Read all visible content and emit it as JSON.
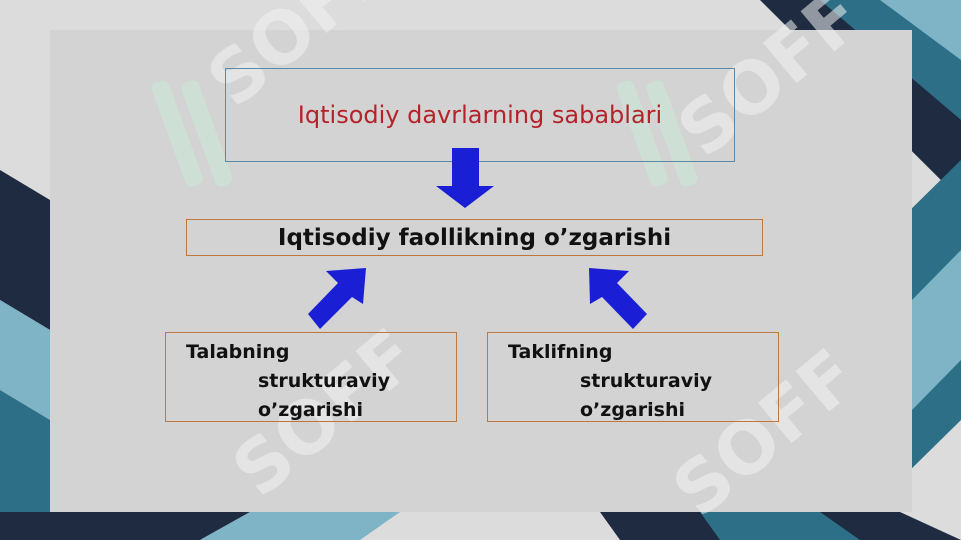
{
  "diagram": {
    "top_box": {
      "text": "Iqtisodiy davrlarning sabablari"
    },
    "middle_box": {
      "text": "Iqtisodiy faollikning o’zgarishi"
    },
    "left_box": {
      "line1": "Talabning",
      "line2": "strukturaviy",
      "line3": "o’zgarishi"
    },
    "right_box": {
      "line1": "Taklifning",
      "line2": "strukturaviy",
      "line3": "o’zgarishi"
    }
  },
  "watermark": {
    "text": "SOFF"
  },
  "colors": {
    "arrow": "#1a1fd6",
    "top_text": "#b5232a",
    "panel": "#d3d3d3",
    "navy": "#1e2b40",
    "teal": "#2c6f86",
    "light_teal": "#7fb3c6"
  }
}
